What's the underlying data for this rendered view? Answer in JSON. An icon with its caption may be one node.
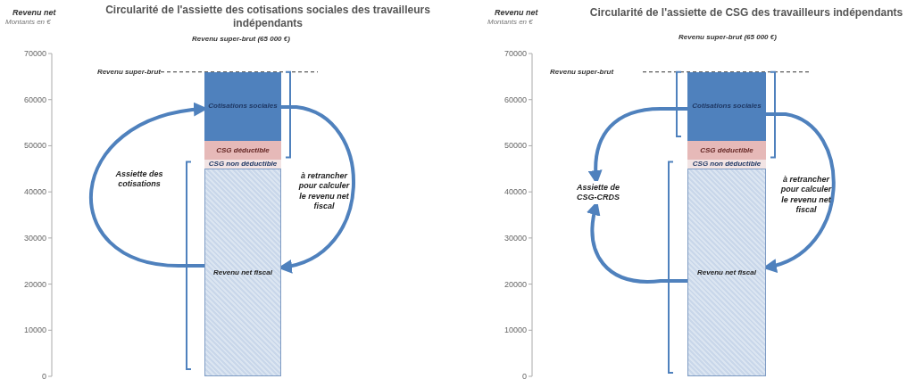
{
  "diagram": {
    "nodes": [
      {
        "text": [
          "Cotisations sociales"
        ]
      },
      {
        "text": [
          "CSG déductible"
        ]
      },
      {
        "text": [
          "CSG non déductible"
        ]
      },
      {
        "text": [
          "Revenu net fiscal"
        ]
      },
      {
        "text": [
          "Cotisations sociales"
        ]
      },
      {
        "text": [
          "CSG déductible"
        ]
      },
      {
        "text": [
          "CSG non déductible"
        ]
      },
      {
        "text": [
          "Revenu net fiscal"
        ]
      },
      {
        "text": [
          "Assiette de CSG-CRDS"
        ]
      }
    ],
    "edges": [
      {
        "from": 3,
        "to": 0,
        "arrow": "to",
        "label": "Assiette des cotisations"
      },
      {
        "from": 0,
        "to": 3,
        "arrow": "to",
        "label": "à retrancher pour calculer le revenu net fiscal"
      },
      {
        "from": 4,
        "to": 8,
        "arrow": "to"
      },
      {
        "from": 7,
        "to": 8,
        "arrow": "to"
      },
      {
        "from": 4,
        "to": 7,
        "arrow": "to",
        "label": "à retrancher pour calculer le revenu net fiscal"
      }
    ],
    "labels": [
      "Revenu net",
      "Montants en €",
      "Circularité de l'assiette des cotisations sociales des travailleurs indépendants",
      "Revenu super-brut (65 000 €)",
      "70000",
      "60000",
      "50000",
      "40000",
      "30000",
      "20000",
      "10000",
      "0",
      "Revenu super-brut",
      "Revenu net",
      "Montants en €",
      "Circularité de l'assiette de CSG des travailleurs indépendants",
      "Revenu super-brut (65 000 €)",
      "70000",
      "60000",
      "50000",
      "40000",
      "30000",
      "20000",
      "10000",
      "0",
      "Revenu super-brut"
    ]
  }
}
